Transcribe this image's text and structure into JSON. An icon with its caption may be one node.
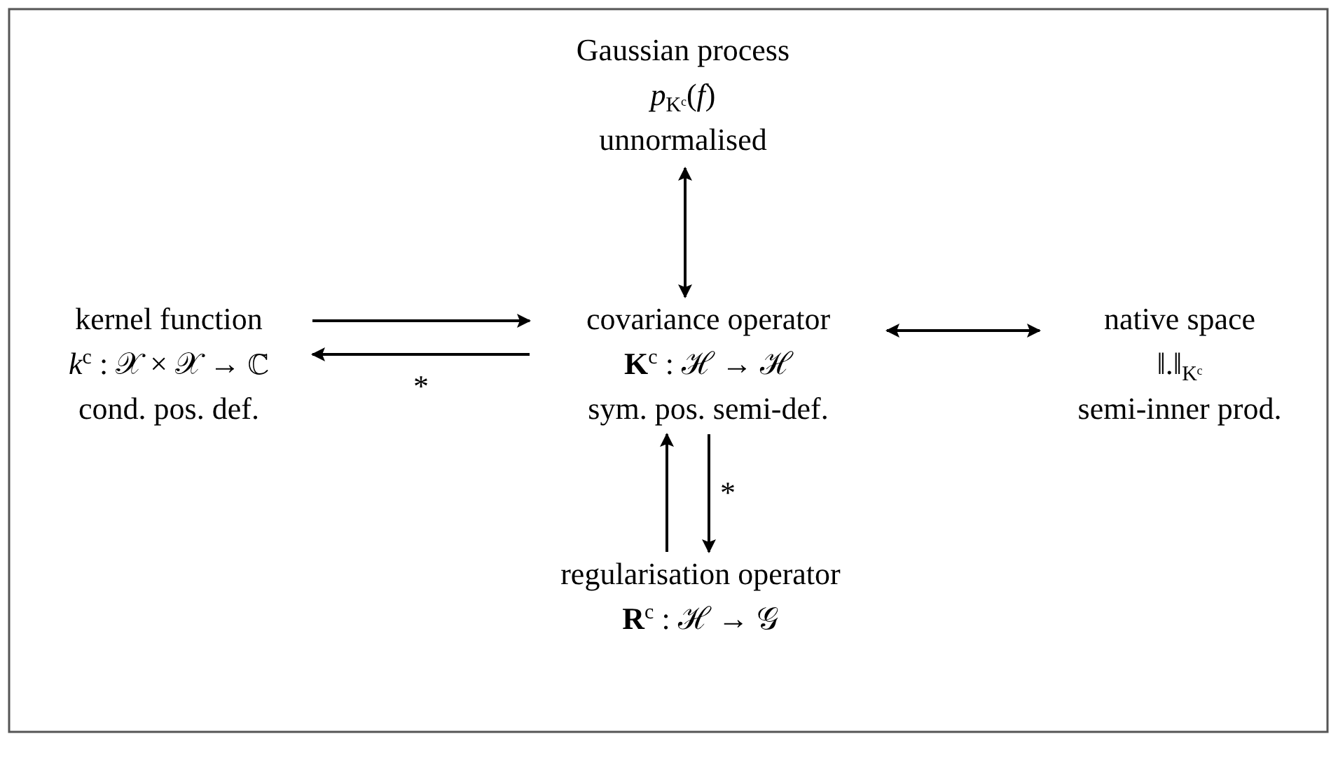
{
  "diagram": {
    "nodes": [
      {
        "text": [
          "Gaussian process",
          "*p*$_{Kᶜ}$(*f*)",
          "unnormalised"
        ]
      },
      {
        "text": [
          "kernel function",
          "*k*$^{c}$ : 𝒳 × 𝒳 → ℂ",
          "cond. pos. def."
        ]
      },
      {
        "text": [
          "covariance operator",
          "**K**$^{c}$ : ℋ → ℋ",
          "sym. pos. semi-def."
        ]
      },
      {
        "text": [
          "native space",
          "‖.‖$_{Kᶜ}$",
          "semi-inner prod."
        ]
      },
      {
        "text": [
          "regularisation operator",
          "**R**$^{c}$ : ℋ → 𝒢"
        ]
      }
    ],
    "edges": [
      {
        "from": 0,
        "to": 2,
        "arrow": "both"
      },
      {
        "from": 1,
        "to": 2,
        "arrow": "to"
      },
      {
        "from": 2,
        "to": 1,
        "arrow": "to",
        "label": "*"
      },
      {
        "from": 2,
        "to": 3,
        "arrow": "both"
      },
      {
        "from": 4,
        "to": 2,
        "arrow": "to"
      },
      {
        "from": 2,
        "to": 4,
        "arrow": "to",
        "label": "*"
      }
    ]
  }
}
